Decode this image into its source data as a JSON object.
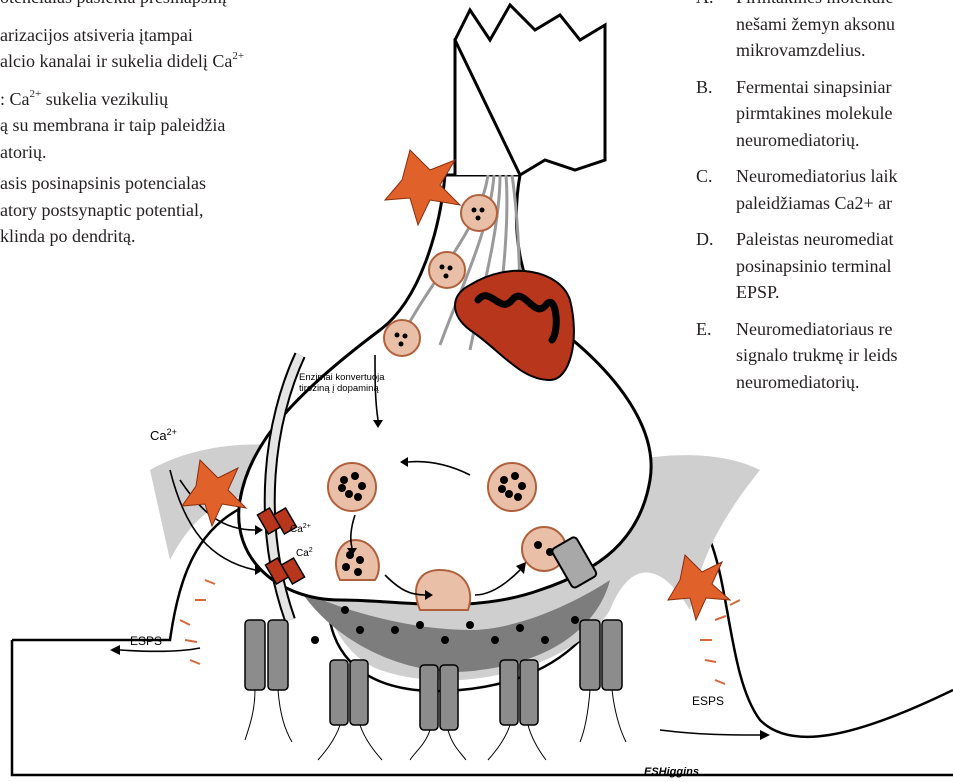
{
  "left_text": {
    "p1": [
      "otencialas pasiekia presinapsinį"
    ],
    "p2": [
      "arizacijos atsiveria įtampai",
      "alcio kanalai ir sukelia didelį Ca",
      "2+"
    ],
    "p3": [
      ": Ca",
      "2+",
      " sukelia vezikulių",
      "ą su membrana ir taip paleidžia",
      "atorių."
    ],
    "p4": [
      "asis posinapsinis potencialas",
      "atory postsynaptic potential,",
      "klinda po dendritą."
    ]
  },
  "right_list": [
    {
      "letter": "A.",
      "lines": [
        "Pirmtakinės molekulė",
        "nešami žemyn aksonu",
        "mikrovamzdelius."
      ]
    },
    {
      "letter": "B.",
      "lines": [
        "Fermentai sinapsiniar",
        "pirmtakines molekule",
        "neuromediatorių."
      ]
    },
    {
      "letter": "C.",
      "lines": [
        "Neuromediatorius laik",
        "paleidžiamas Ca2+ ar"
      ]
    },
    {
      "letter": "D.",
      "lines": [
        "Paleistas neuromediat",
        "posinapsinio terminal",
        "EPSP."
      ]
    },
    {
      "letter": "E.",
      "lines": [
        "Neuromediatoriaus re",
        "signalo trukmę ir leids",
        "neuromediatorių."
      ]
    }
  ],
  "diagram": {
    "enzyme_label": [
      "Enzimai konvertuoja",
      "tiroziną į dopaminą"
    ],
    "ca_outside": "Ca",
    "ca_outside_sup": "2+",
    "ca_channel_1": "Ca",
    "ca_channel_1_sup": "2+",
    "ca_channel_2": "Ca",
    "ca_channel_2_sup": "2",
    "espS_left": "ESPS",
    "espS_right": "ESPS",
    "signature": "ESHiggins"
  },
  "colors": {
    "vesicle_fill": "#eabfa8",
    "vesicle_stroke": "#b0613c",
    "mitochondrion": "#b8361b",
    "cleft_gray": "#8c8c8c",
    "flash": "#e0622a",
    "outline": "#000000"
  }
}
